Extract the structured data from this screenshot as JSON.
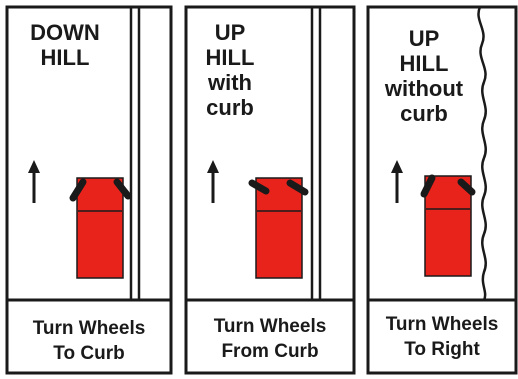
{
  "colors": {
    "car": "#e8231c",
    "ink": "#1a1a1a",
    "paper": "#ffffff"
  },
  "panels": [
    {
      "title_lines": [
        "DOWN",
        "HILL"
      ],
      "caption_lines": [
        "Turn Wheels",
        "To Curb"
      ],
      "curb": "curb-line",
      "wheel_direction": "to curb"
    },
    {
      "title_lines": [
        "UP",
        "HILL",
        "with",
        "curb"
      ],
      "caption_lines": [
        "Turn Wheels",
        "From Curb"
      ],
      "curb": "curb-line",
      "wheel_direction": "from curb"
    },
    {
      "title_lines": [
        "UP",
        "HILL",
        "without",
        "curb"
      ],
      "caption_lines": [
        "Turn Wheels",
        "To Right"
      ],
      "curb": "wavy-edge",
      "wheel_direction": "to right"
    }
  ],
  "icons": [
    "up-arrow-icon",
    "car-icon"
  ]
}
